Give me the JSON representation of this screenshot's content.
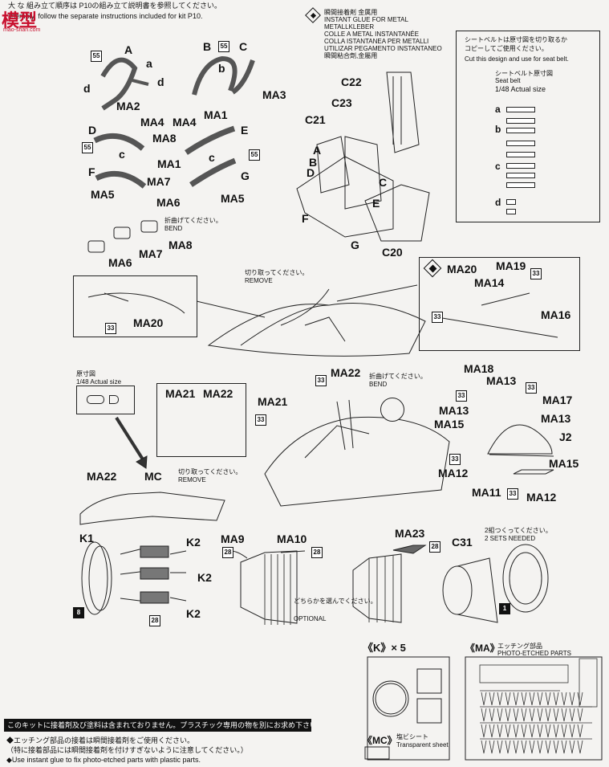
{
  "header": {
    "line1": "大 な 組み立て順序は P10の組み立て説明書を参照してください。",
    "line2": "ssembly, follow the separate instructions included for kit P10.",
    "watermark": "模型",
    "watermark_sub": "mao-shan.com"
  },
  "glue_box": {
    "lines": [
      "瞬間接着剤 金属用",
      "INSTANT GLUE FOR METAL",
      "METALLKLEBER",
      "COLLE A METAL INSTANTANÉE",
      "COLLA ISTANTANEA PER METALLI",
      "UTILIZAR PEGAMENTO INSTANTANEO",
      "瞬間粘合劑,金屬用"
    ]
  },
  "seatbelt_box": {
    "jp": "シートベルトは原寸図を切り取るか\nコピーしてご使用ください。",
    "en": "Cut this design and use for seat belt.",
    "title_jp": "シートベルト原寸図",
    "title_en": "Seat belt",
    "scale": "1/48 Actual size",
    "rows": [
      "a",
      "b",
      "c",
      "d"
    ]
  },
  "harness": {
    "A": "A",
    "a": "a",
    "d": "d",
    "MA2": "MA2",
    "B": "B",
    "C": "C",
    "b": "b",
    "MA1": "MA1",
    "MA3": "MA3",
    "D": "D",
    "MA4_l": "MA4",
    "MA4_r": "MA4",
    "MA8": "MA8",
    "E": "E",
    "c_l": "c",
    "c_r": "c",
    "MA1b": "MA1",
    "F": "F",
    "MA7": "MA7",
    "G": "G",
    "MA5_l": "MA5",
    "MA6": "MA6",
    "MA5_r": "MA5",
    "badge55": "55",
    "bend_jp": "折曲げてください。",
    "bend_en": "BEND",
    "MA8b": "MA8",
    "MA7b": "MA7",
    "MA6b": "MA6"
  },
  "seat": {
    "C22": "C22",
    "C23": "C23",
    "C21": "C21",
    "A": "A",
    "B": "B",
    "D": "D",
    "C": "C",
    "E": "E",
    "F": "F",
    "G": "G",
    "C20": "C20"
  },
  "canopy": {
    "remove_jp": "切り取ってください。",
    "remove_en": "REMOVE",
    "MA20": "MA20",
    "badge33": "33",
    "detail_MA20": "MA20",
    "MA14": "MA14",
    "MA19": "MA19",
    "MA16": "MA16"
  },
  "cockpit": {
    "scale_jp": "原寸図",
    "scale_en": "1/48 Actual size",
    "MA21a": "MA21",
    "MA22a": "MA22",
    "MA21b": "MA21",
    "MA22b": "MA22",
    "bend_jp": "折曲げてください。",
    "bend_en": "BEND",
    "MA22c": "MA22",
    "MC": "MC",
    "remove_jp": "切り取ってください。",
    "remove_en": "REMOVE"
  },
  "panel": {
    "MA18": "MA18",
    "MA13a": "MA13",
    "MA17": "MA17",
    "MA13b": "MA13",
    "MA13c": "MA13",
    "MA15a": "MA15",
    "J2": "J2",
    "MA12a": "MA12",
    "MA11": "MA11",
    "MA15b": "MA15",
    "MA12b": "MA12"
  },
  "engine": {
    "K1": "K1",
    "K2a": "K2",
    "K2b": "K2",
    "K2c": "K2",
    "badge8": "8",
    "badge28": "28",
    "MA9": "MA9",
    "MA10": "MA10",
    "MA23": "MA23",
    "C31": "C31",
    "optional_jp": "どちらかを選んでください。",
    "optional_en": "OPTIONAL",
    "sets_jp": "2組つくってください。",
    "sets_en": "2 SETS NEEDED",
    "badge1": "1"
  },
  "parts": {
    "k_title": "《K》× 5",
    "mc_title": "《MC》",
    "mc_jp": "塩ビシート",
    "mc_en": "Transparent sheet",
    "ma_title": "《MA》",
    "ma_jp": "エッチング部品",
    "ma_en": "PHOTO-ETCHED PARTS"
  },
  "footer": {
    "bar": "このキットに接着剤及び塗料は含まれておりません。プラスチック専用の物を別にお求め下さい。",
    "n1": "◆エッチング部品の接着は瞬間接着剤をご使用ください。",
    "n2": "（特に接着部品には瞬間接着剤を付けすぎないように注意してください。）",
    "n3": "◆Use instant glue to fix photo-etched parts with plastic parts."
  }
}
